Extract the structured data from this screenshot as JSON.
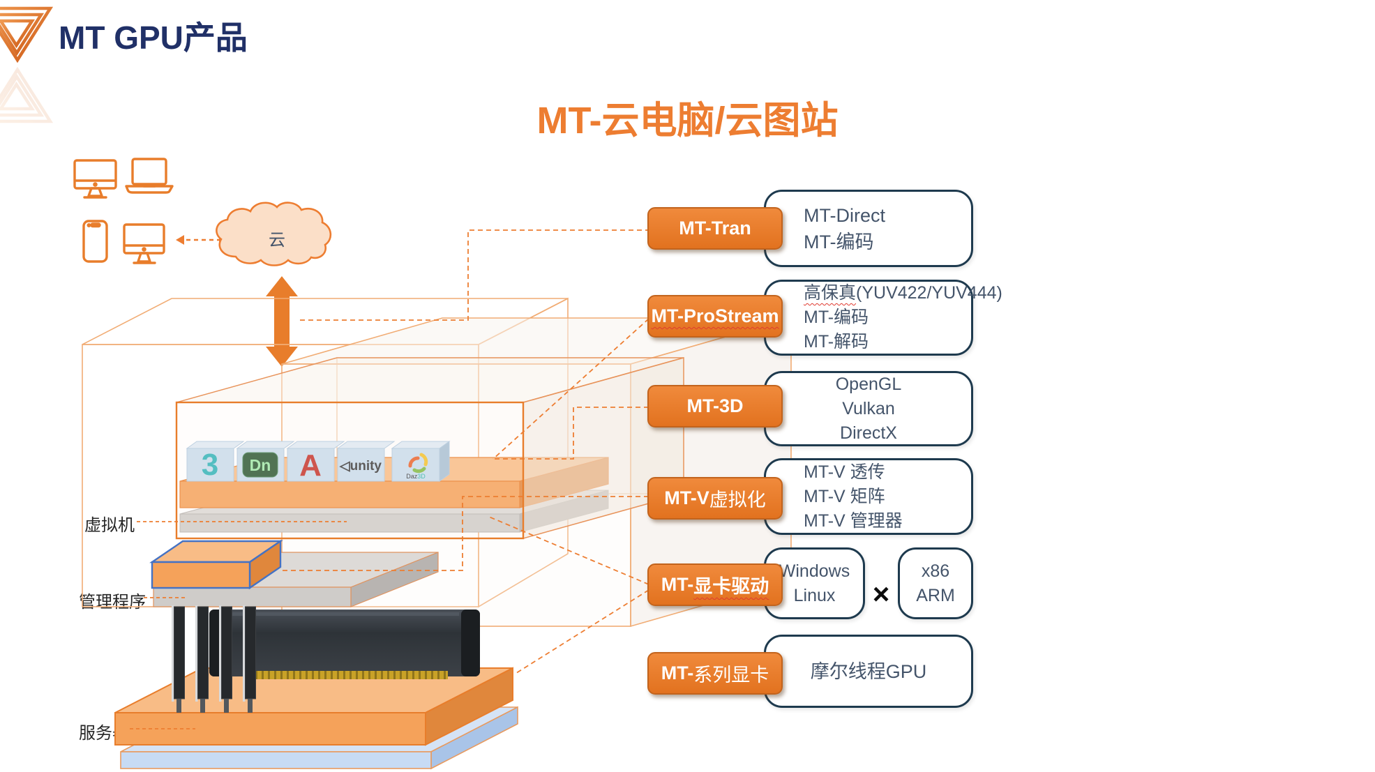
{
  "header": {
    "title": "MT GPU产品",
    "logo": "moore-threads-logo"
  },
  "subtitle": "MT-云电脑/云图站",
  "left_diagram": {
    "cloud_label": "云",
    "layer_labels": {
      "vm": "虚拟机",
      "hypervisor": "管理程序",
      "server": "服务器"
    },
    "app_cubes": [
      {
        "name": "3ds-max",
        "glyph": "3"
      },
      {
        "name": "adobe-dimension",
        "glyph": "Dn"
      },
      {
        "name": "autocad",
        "glyph": "A"
      },
      {
        "name": "unity",
        "glyph": "◁unity"
      },
      {
        "name": "daz3d",
        "glyph_head": "Daz",
        "glyph_tail": "3D"
      }
    ]
  },
  "rows": [
    {
      "button": "MT-Tran",
      "lines": [
        "MT-Direct",
        "MT-编码"
      ]
    },
    {
      "button": "MT-ProStream",
      "line1_head": "高保真",
      "line1_tail": "(YUV422/YUV444)",
      "lines": [
        "MT-编码",
        "MT-解码"
      ]
    },
    {
      "button": "MT-3D",
      "lines": [
        "OpenGL",
        "Vulkan",
        "DirectX"
      ]
    },
    {
      "button_head": "MT-V",
      "button_tail": "虚拟化",
      "lines": [
        "MT-V 透传",
        "MT-V 矩阵",
        "MT-V 管理器"
      ]
    },
    {
      "button_head": "MT-",
      "button_tail": "显卡驱动",
      "left_box": [
        "Windows",
        "Linux"
      ],
      "separator": "×",
      "right_box": [
        "x86",
        "ARM"
      ]
    },
    {
      "button_head": "MT-",
      "button_tail": "系列显卡",
      "lines": [
        "摩尔线程GPU"
      ]
    }
  ],
  "hexagons": [
    {
      "icon": "tools-icon"
    },
    {
      "icon": "clock-icon"
    },
    {
      "icon": "team-icon"
    },
    {
      "icon": "growth-chart-icon"
    },
    {
      "icon": "money-icon"
    },
    {
      "icon": "checklist-icon"
    }
  ],
  "colors": {
    "accent_orange": "#ED7D31",
    "navy_border": "#1E3A4E",
    "hexagon_navy": "#16384C",
    "title_navy": "#203067",
    "box_text": "#44546A",
    "cloud_fill": "#FBDFC8"
  }
}
